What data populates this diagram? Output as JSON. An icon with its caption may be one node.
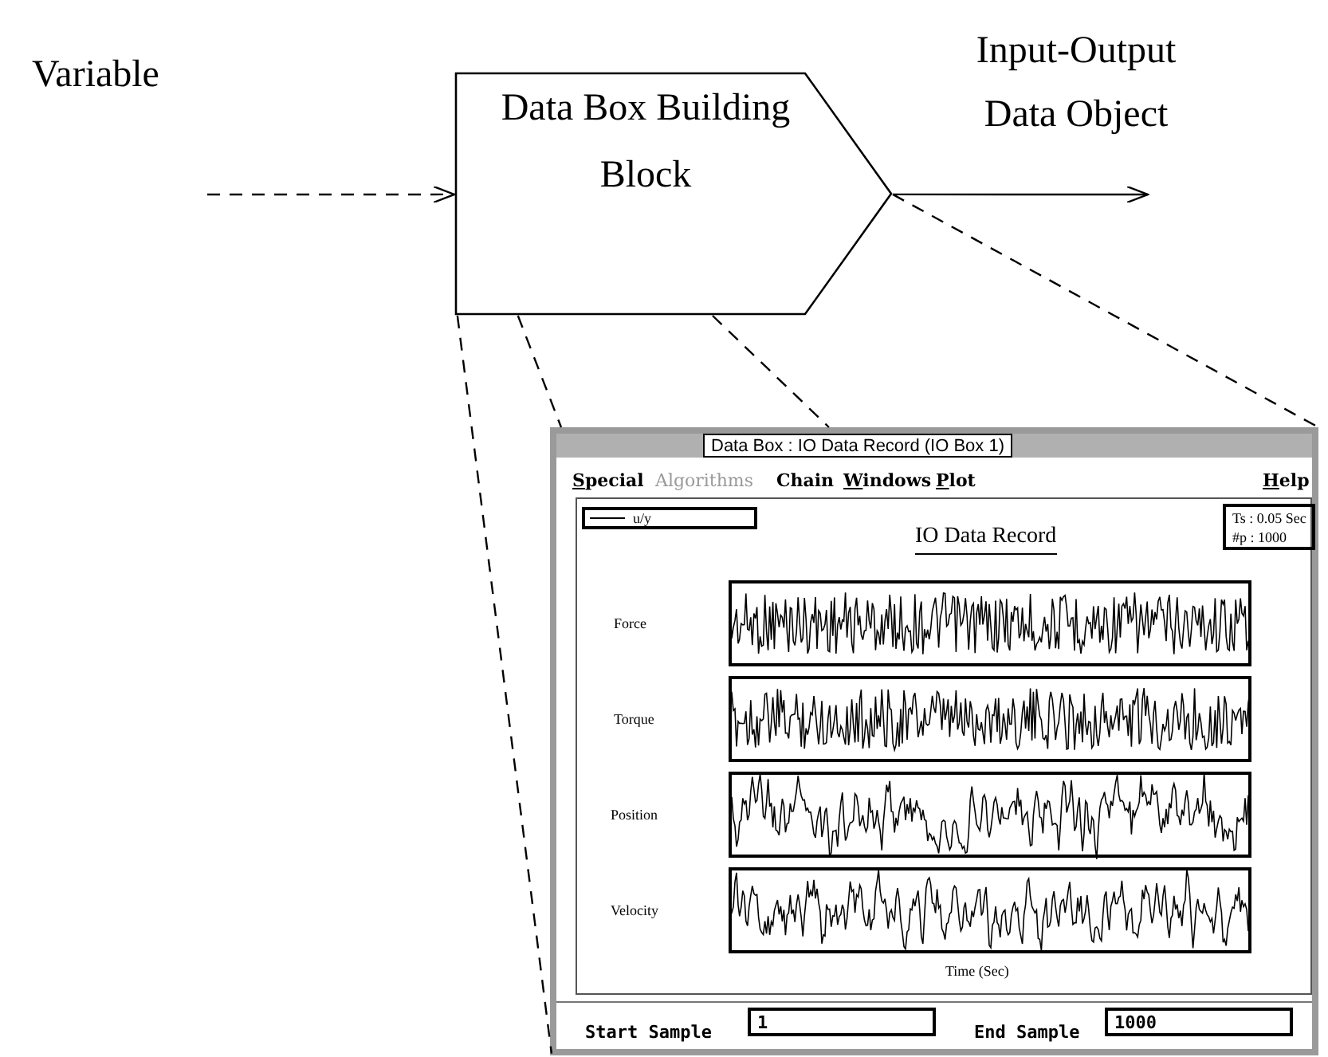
{
  "diagram": {
    "nodes": [
      {
        "text": [
          "Data Box Building Block"
        ]
      },
      {
        "text": [
          "Data Box : IO Data Record (IO Box 1)"
        ]
      }
    ],
    "edges": [
      {
        "from": null,
        "to": 0,
        "arrow": "to",
        "style": "dashed",
        "label": "Variable"
      },
      {
        "from": 0,
        "to": null,
        "arrow": "to",
        "label": "Input-Output Data Object"
      },
      {
        "from": 0,
        "to": 1,
        "arrow": "none",
        "style": "dashed"
      },
      {
        "from": 0,
        "to": 1,
        "arrow": "none",
        "style": "dashed"
      },
      {
        "from": 0,
        "to": 1,
        "arrow": "none",
        "style": "dashed"
      },
      {
        "from": 0,
        "to": 1,
        "arrow": "none",
        "style": "dashed"
      }
    ],
    "labels": [
      "Special",
      "Algorithms",
      "Chain",
      "Windows",
      "Plot",
      "Help",
      "u/y",
      "IO Data Record",
      "Ts : 0.05 Sec",
      "#p : 1000",
      "Force",
      "Torque",
      "Position",
      "Velocity",
      "Time (Sec)",
      "Start Sample",
      "1",
      "End Sample",
      "1000"
    ]
  }
}
